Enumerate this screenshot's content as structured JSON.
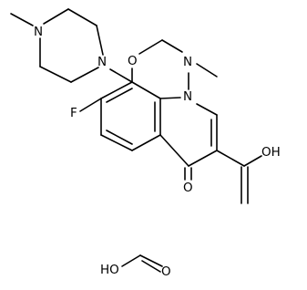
{
  "labels": {
    "n_pip_top": "N",
    "n_pip_bottom": "N",
    "o_ring": "O",
    "n_ring_methyl": "N",
    "n_ring_bridge": "N",
    "fluoro": "F",
    "ketone_o": "O",
    "acid_oh": "OH",
    "formic_ho": "HO",
    "formic_o": "O"
  },
  "colors": {
    "ink": "#000000",
    "background": "#ffffff"
  }
}
